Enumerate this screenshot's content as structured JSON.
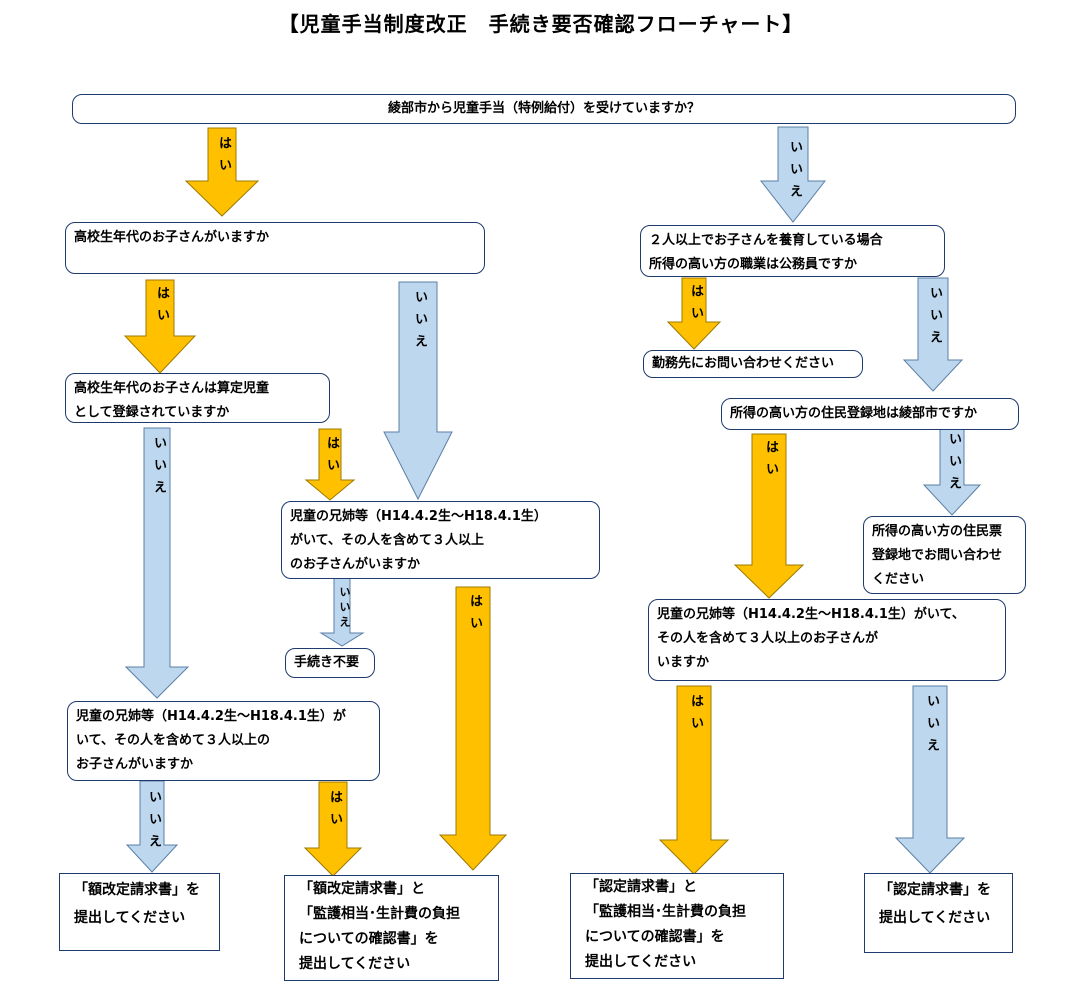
{
  "title": "【児童手当制度改正　手続き要否確認フローチャート】",
  "labels": {
    "yes": "はい",
    "no": "いいえ"
  },
  "nodes": {
    "q1": "綾部市から児童手当（特例給付）を受けていますか？",
    "q2": "高校生年代のお子さんがいますか",
    "q3": [
      "高校生年代のお子さんは算定児童",
      "として登録されていますか"
    ],
    "q4": [
      "児童の兄姉等（H14.4.2生～H18.4.1生）",
      "がいて、その人を含めて３人以上",
      "のお子さんがいますか"
    ],
    "q5": [
      "児童の兄姉等（H14.4.2生～H18.4.1生）が",
      "いて、その人を含めて３人以上の",
      "お子さんがいますか"
    ],
    "q6": [
      "２人以上でお子さんを養育している場合",
      "所得の高い方の職業は公務員ですか"
    ],
    "q7": "所得の高い方の住民登録地は綾部市ですか",
    "q8": [
      "児童の兄姉等（H14.4.2生～H18.4.1生）がいて、",
      "その人を含めて３人以上のお子さんが",
      "いますか"
    ],
    "r_employer": "勤務先にお問い合わせください",
    "r_register": [
      "所得の高い方の住民票",
      "登録地でお問い合わせ",
      "ください"
    ],
    "r_none": "手続き不要",
    "r1": [
      "「額改定請求書」を",
      "提出してください"
    ],
    "r2": [
      "「額改定請求書」と",
      "「監護相当･生計費の負担",
      "についての確認書」を",
      "提出してください"
    ],
    "r3": [
      "「認定請求書」と",
      "「監護相当･生計費の負担",
      "についての確認書」を",
      "提出してください"
    ],
    "r4": [
      "「認定請求書」を",
      "提出してください"
    ]
  },
  "colors": {
    "yes_arrow": "#ffc000",
    "no_arrow": "#bdd7ee",
    "border": "#1f3a6e"
  }
}
